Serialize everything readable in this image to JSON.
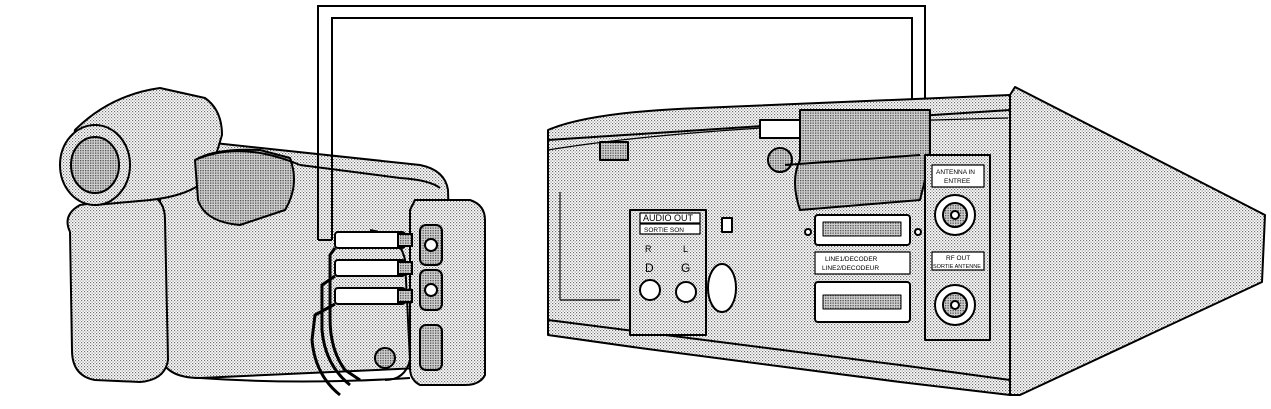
{
  "vcr_panel": {
    "audio_out_label": "AUDIO OUT",
    "sortie_son_label": "SORTIE SON",
    "right_label": "R",
    "right_label_fr": "D",
    "left_label": "L",
    "left_label_fr": "G",
    "antenna_in_label": "ANTENNA IN",
    "antenna_in_label_fr": "ENTREE",
    "rf_out_label": "RF OUT",
    "rf_out_label_fr": "SORTIE ANTENNE",
    "scart_label_line1": "LINE1/DECODER",
    "scart_label_line2": "LINE2/DECODEUR"
  },
  "colors": {
    "outline": "#000000",
    "shading": "#9a9a9a",
    "background": "#ffffff"
  }
}
